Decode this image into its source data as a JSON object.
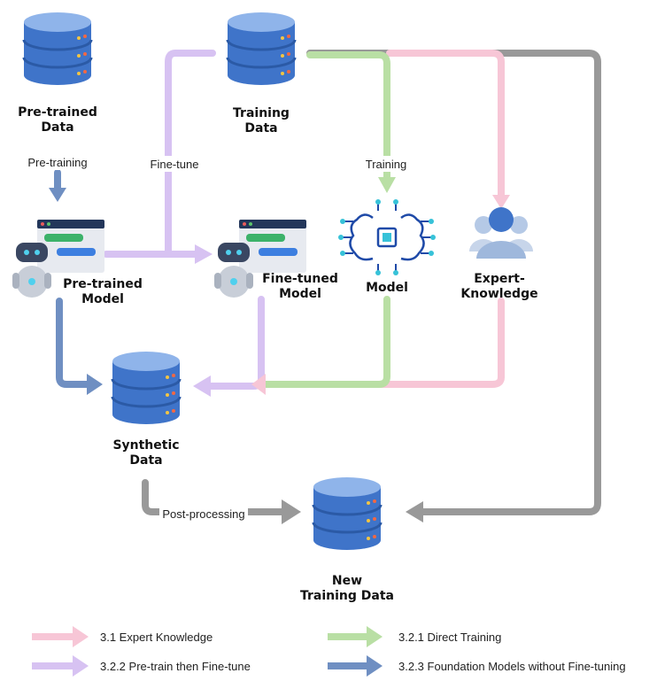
{
  "nodes": {
    "pretrained_data": {
      "line1": "Pre-trained",
      "line2": "Data"
    },
    "training_data": {
      "line1": "Training",
      "line2": "Data"
    },
    "pretrained_model": {
      "line1": "Pre-trained",
      "line2": "Model"
    },
    "finetuned_model": {
      "line1": "Fine-tuned",
      "line2": "Model"
    },
    "model": {
      "line1": "Model"
    },
    "expert_knowledge": {
      "line1": "Expert-",
      "line2": "Knowledge"
    },
    "synthetic_data": {
      "line1": "Synthetic",
      "line2": "Data"
    },
    "new_training_data": {
      "line1": "New",
      "line2": "Training Data"
    }
  },
  "edges": {
    "pretraining": "Pre-training",
    "finetune": "Fine-tune",
    "training": "Training",
    "postprocessing": "Post-processing"
  },
  "legend": {
    "expert": "3.1 Expert Knowledge",
    "direct": "3.2.1 Direct Training",
    "pretrain_finetune": "3.2.2 Pre-train then Fine-tune",
    "foundation": "3.2.3 Foundation Models without Fine-tuning"
  },
  "colors": {
    "pink": "#f7c6d6",
    "green": "#b9dfa4",
    "purple": "#d7c2f2",
    "blue": "#6f8fc2",
    "gray": "#999999",
    "database": "#3f74c9"
  },
  "icons": [
    "database-icon",
    "chatbot-icon",
    "ai-brain-icon",
    "expert-group-icon"
  ]
}
